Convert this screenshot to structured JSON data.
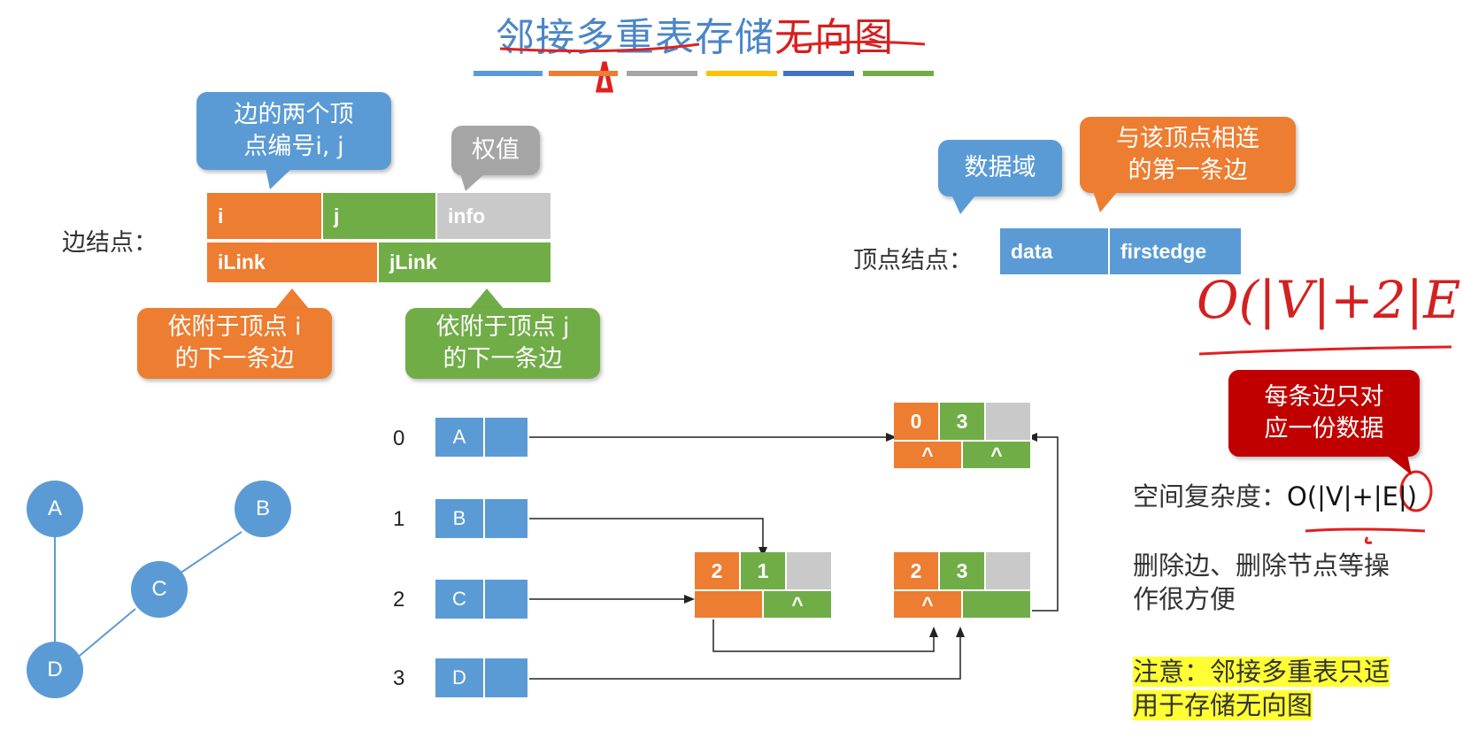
{
  "header": {
    "title_part1": "邻接多重表存储",
    "title_part2": "无向图",
    "color_bars": [
      "#5b9bd5",
      "#ed7d31",
      "#a5a5a5",
      "#ffc000",
      "#4472c4",
      "#70ad47"
    ]
  },
  "edge_node": {
    "label": "边结点：",
    "fields": [
      "i",
      "j",
      "info",
      "iLink",
      "jLink"
    ],
    "callout_vertices": [
      "边的两个顶",
      "点编号i, j"
    ],
    "callout_weight": "权值",
    "callout_ilink": [
      "依附于顶点 i",
      "的下一条边"
    ],
    "callout_jlink": [
      "依附于顶点 j",
      "的下一条边"
    ]
  },
  "vertex_node": {
    "label": "顶点结点：",
    "fields": [
      "data",
      "firstedge"
    ],
    "callout_data": "数据域",
    "callout_first": [
      "与该顶点相连",
      "的第一条边"
    ]
  },
  "handwritten_formula": "O(|V|+2|E|)",
  "red_callout": [
    "每条边只对",
    "应一份数据"
  ],
  "space_complexity": {
    "label": "空间复杂度：",
    "formula_start": "O(|V|",
    "formula_plus": "+",
    "formula_e": "|E|",
    "formula_end": ")"
  },
  "convenience_note": [
    "删除边、删除节点等操",
    "作很方便"
  ],
  "warning_note": [
    "注意：邻接多重表只适",
    "用于存储无向图"
  ],
  "vertex_table": [
    {
      "index": "0",
      "name": "A"
    },
    {
      "index": "1",
      "name": "B"
    },
    {
      "index": "2",
      "name": "C"
    },
    {
      "index": "3",
      "name": "D"
    }
  ],
  "edge_nodes": [
    {
      "i": "0",
      "j": "3",
      "ilink": "^",
      "jlink": "^"
    },
    {
      "i": "2",
      "j": "1",
      "ilink": "",
      "jlink": "^"
    },
    {
      "i": "2",
      "j": "3",
      "ilink": "^",
      "jlink": ""
    }
  ],
  "graph": {
    "nodes": [
      "A",
      "B",
      "C",
      "D"
    ]
  },
  "colors": {
    "orange": "#ed7d31",
    "green": "#70ad47",
    "gray": "#c9c9c9",
    "blue": "#5b9bd5",
    "red": "#c00000",
    "highlight": "#ffff33"
  }
}
